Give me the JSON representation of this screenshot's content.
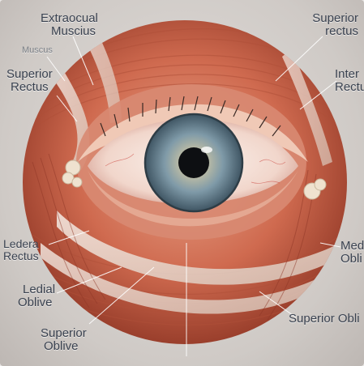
{
  "labels": {
    "extraocular": [
      "Extraocual",
      "Muscius"
    ],
    "muscus_small": "Muscus",
    "superior_rectus_left": [
      "Superior",
      "Rectus"
    ],
    "superior_rectus_right": [
      "Superior",
      "rectus"
    ],
    "inter_rectus": [
      "Inter",
      "Rectu"
    ],
    "ledera_rectus": [
      "Ledera",
      "Rectus"
    ],
    "ledial_oblive": [
      "Ledial",
      "Oblive"
    ],
    "superior_oblive_bottom": [
      "Superior",
      "Oblive"
    ],
    "medial_oblique": [
      "Med",
      "Obli"
    ],
    "superior_obli": "Superior Obli"
  }
}
